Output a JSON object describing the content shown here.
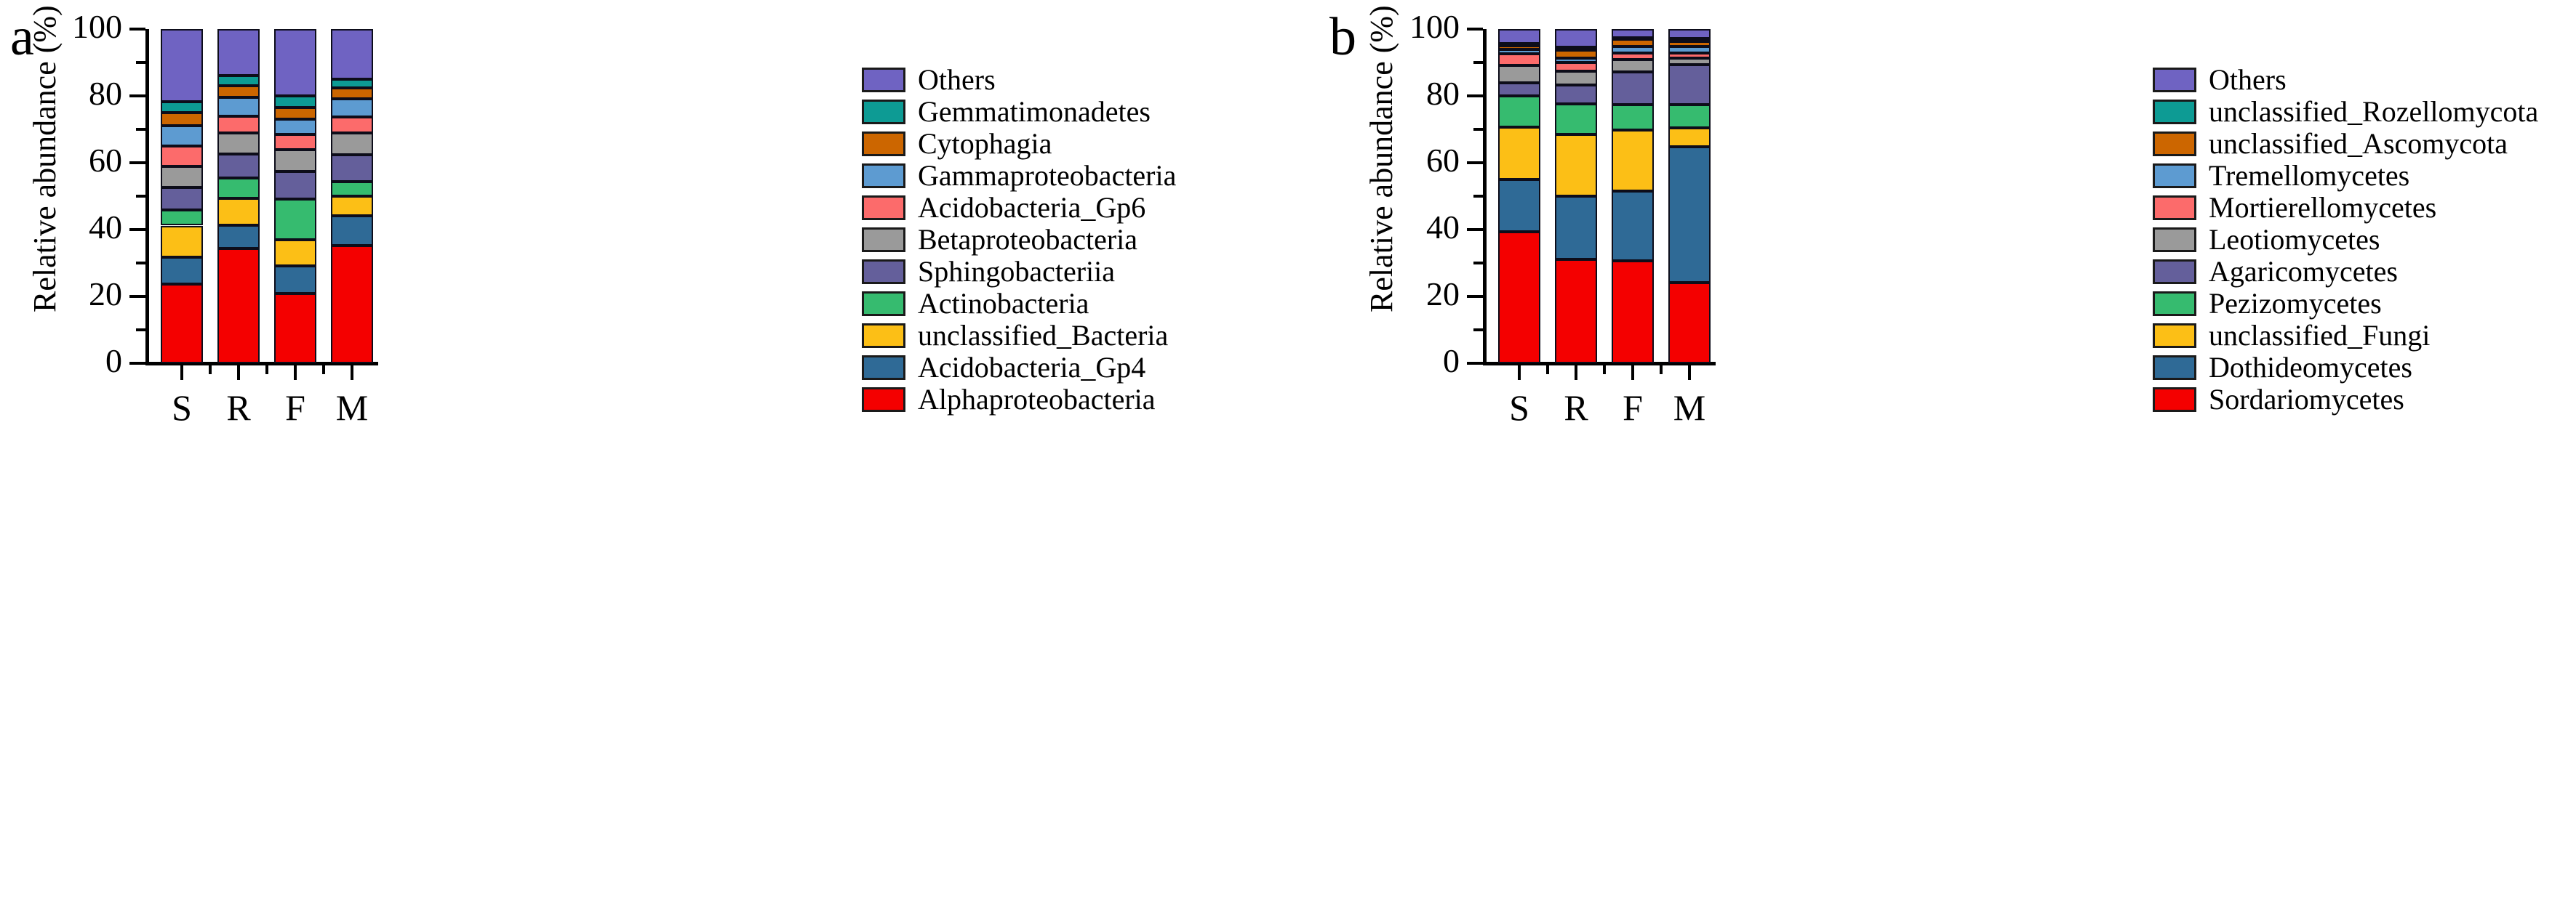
{
  "figure": {
    "panel_a_letter": "a",
    "panel_b_letter": "b"
  },
  "chart_data": [
    {
      "id": "panel-a",
      "type": "bar",
      "stacked": true,
      "title": "a",
      "xlabel": "",
      "ylabel": "Relative abundance (%)",
      "ylim": [
        0,
        100
      ],
      "yticks": [
        0,
        20,
        40,
        60,
        80,
        100
      ],
      "ytick_labels": [
        "0",
        "20",
        "40",
        "60",
        "80",
        "100"
      ],
      "minor_ticks": [
        10,
        30,
        50,
        70,
        90
      ],
      "grid": false,
      "legend_position": "right",
      "categories": [
        "S",
        "R",
        "F",
        "M"
      ],
      "series": [
        {
          "name": "Alphaproteobacteria",
          "color": "#f40000",
          "values": [
            23.6,
            34.3,
            20.8,
            35.3
          ]
        },
        {
          "name": "Acidobacteria_Gp4",
          "color": "#2f6a96",
          "values": [
            8.2,
            7.1,
            8.3,
            8.8
          ]
        },
        {
          "name": "unclassified_Bacteria",
          "color": "#fcbf16",
          "values": [
            9.4,
            8.0,
            7.8,
            5.9
          ]
        },
        {
          "name": "Actinobacteria",
          "color": "#36bb6f",
          "values": [
            4.6,
            6.0,
            12.3,
            4.4
          ]
        },
        {
          "name": "Sphingobacteriia",
          "color": "#645f9b",
          "values": [
            6.9,
            7.2,
            8.3,
            8.0
          ]
        },
        {
          "name": "Betaproteobacteria",
          "color": "#9a9a9a",
          "values": [
            6.2,
            6.3,
            6.5,
            6.6
          ]
        },
        {
          "name": "Acidobacteria_Gp6",
          "color": "#fc6b6b",
          "values": [
            6.1,
            5.1,
            4.4,
            4.8
          ]
        },
        {
          "name": "Gammaproteobacteria",
          "color": "#5d9bd1",
          "values": [
            6.0,
            5.6,
            4.6,
            5.4
          ]
        },
        {
          "name": "Cytophagia",
          "color": "#cc6600",
          "values": [
            4.1,
            3.4,
            3.5,
            3.2
          ]
        },
        {
          "name": "Gemmatimonadetes",
          "color": "#0d9b94",
          "values": [
            3.2,
            3.1,
            3.6,
            2.7
          ]
        },
        {
          "name": "Others",
          "color": "#6f63c2",
          "values": [
            21.7,
            13.9,
            19.9,
            14.9
          ]
        }
      ],
      "legend_entries": [
        {
          "label": "Others",
          "color": "#6f63c2"
        },
        {
          "label": "Gemmatimonadetes",
          "color": "#0d9b94"
        },
        {
          "label": "Cytophagia",
          "color": "#cc6600"
        },
        {
          "label": "Gammaproteobacteria",
          "color": "#5d9bd1"
        },
        {
          "label": "Acidobacteria_Gp6",
          "color": "#fc6b6b"
        },
        {
          "label": "Betaproteobacteria",
          "color": "#9a9a9a"
        },
        {
          "label": "Sphingobacteriia",
          "color": "#645f9b"
        },
        {
          "label": "Actinobacteria",
          "color": "#36bb6f"
        },
        {
          "label": "unclassified_Bacteria",
          "color": "#fcbf16"
        },
        {
          "label": "Acidobacteria_Gp4",
          "color": "#2f6a96"
        },
        {
          "label": "Alphaproteobacteria",
          "color": "#f40000"
        }
      ]
    },
    {
      "id": "panel-b",
      "type": "bar",
      "stacked": true,
      "title": "b",
      "xlabel": "",
      "ylabel": "Relative abundance (%)",
      "ylim": [
        0,
        100
      ],
      "yticks": [
        0,
        20,
        40,
        60,
        80,
        100
      ],
      "ytick_labels": [
        "0",
        "20",
        "40",
        "60",
        "80",
        "100"
      ],
      "minor_ticks": [
        10,
        30,
        50,
        70,
        90
      ],
      "grid": false,
      "legend_position": "right",
      "categories": [
        "S",
        "R",
        "F",
        "M"
      ],
      "series": [
        {
          "name": "Sordariomycetes",
          "color": "#f40000",
          "values": [
            39.3,
            31.0,
            30.6,
            24.2
          ]
        },
        {
          "name": "Dothideomycetes",
          "color": "#2f6a96",
          "values": [
            15.6,
            19.0,
            21.0,
            40.6
          ]
        },
        {
          "name": "unclassified_Fungi",
          "color": "#fcbf16",
          "values": [
            15.8,
            18.5,
            18.1,
            5.6
          ]
        },
        {
          "name": "Pezizomycetes",
          "color": "#36bb6f",
          "values": [
            9.2,
            9.2,
            7.6,
            6.9
          ]
        },
        {
          "name": "Agaricomycetes",
          "color": "#645f9b",
          "values": [
            4.1,
            5.5,
            9.9,
            12.0
          ]
        },
        {
          "name": "Leotiomycetes",
          "color": "#9a9a9a",
          "values": [
            5.1,
            4.2,
            3.6,
            2.0
          ]
        },
        {
          "name": "Mortierellomycetes",
          "color": "#fc6b6b",
          "values": [
            3.5,
            2.6,
            2.1,
            1.5
          ]
        },
        {
          "name": "Tremellomycetes",
          "color": "#5d9bd1",
          "values": [
            1.3,
            1.3,
            1.9,
            2.0
          ]
        },
        {
          "name": "unclassified_Ascomycota",
          "color": "#cc6600",
          "values": [
            1.1,
            2.5,
            2.1,
            1.6
          ]
        },
        {
          "name": "unclassified_Rozellomycota",
          "color": "#0d9b94",
          "values": [
            0.6,
            0.8,
            0.6,
            0.8
          ]
        },
        {
          "name": "Others",
          "color": "#6f63c2",
          "values": [
            4.4,
            5.4,
            2.5,
            2.8
          ]
        }
      ],
      "legend_entries": [
        {
          "label": "Others",
          "color": "#6f63c2"
        },
        {
          "label": "unclassified_Rozellomycota",
          "color": "#0d9b94"
        },
        {
          "label": "unclassified_Ascomycota",
          "color": "#cc6600"
        },
        {
          "label": "Tremellomycetes",
          "color": "#5d9bd1"
        },
        {
          "label": "Mortierellomycetes",
          "color": "#fc6b6b"
        },
        {
          "label": "Leotiomycetes",
          "color": "#9a9a9a"
        },
        {
          "label": "Agaricomycetes",
          "color": "#645f9b"
        },
        {
          "label": "Pezizomycetes",
          "color": "#36bb6f"
        },
        {
          "label": "unclassified_Fungi",
          "color": "#fcbf16"
        },
        {
          "label": "Dothideomycetes",
          "color": "#2f6a96"
        },
        {
          "label": "Sordariomycetes",
          "color": "#f40000"
        }
      ]
    }
  ]
}
